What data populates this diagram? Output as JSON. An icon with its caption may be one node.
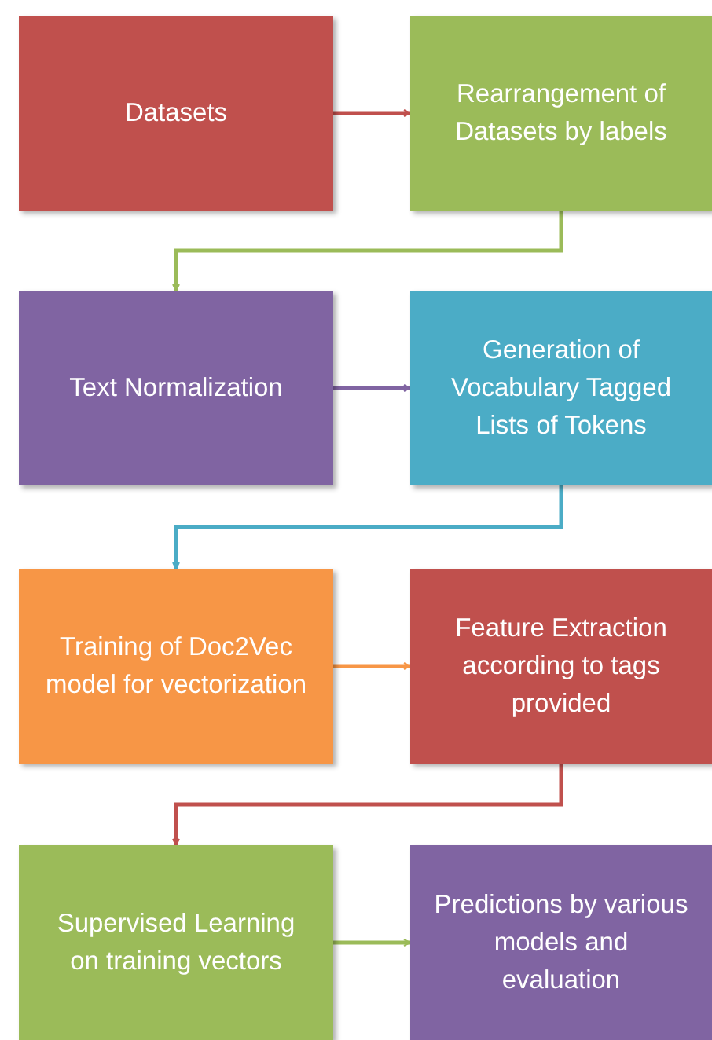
{
  "diagram": {
    "nodes": [
      {
        "text": [
          "Datasets"
        ]
      },
      {
        "text": [
          "Rearrangement of Datasets by labels"
        ]
      },
      {
        "text": [
          "Text Normalization"
        ]
      },
      {
        "text": [
          "Generation of Vocabulary Tagged Lists of Tokens"
        ]
      },
      {
        "text": [
          "Training of Doc2Vec model for vectorization"
        ]
      },
      {
        "text": [
          "Feature Extraction according to tags provided"
        ]
      },
      {
        "text": [
          "Supervised Learning on training vectors"
        ]
      },
      {
        "text": [
          "Predictions by various models and evaluation"
        ]
      }
    ],
    "edges": [
      {
        "from": 0,
        "to": 1,
        "arrow": "to",
        "color": "#c0504d"
      },
      {
        "from": 1,
        "to": 2,
        "arrow": "to",
        "color": "#9bbb59"
      },
      {
        "from": 2,
        "to": 3,
        "arrow": "to",
        "color": "#8064a2"
      },
      {
        "from": 3,
        "to": 4,
        "arrow": "to",
        "color": "#4bacc6"
      },
      {
        "from": 4,
        "to": 5,
        "arrow": "to",
        "color": "#f79646"
      },
      {
        "from": 5,
        "to": 6,
        "arrow": "to",
        "color": "#c0504d"
      },
      {
        "from": 6,
        "to": 7,
        "arrow": "to",
        "color": "#9bbb59"
      }
    ]
  }
}
